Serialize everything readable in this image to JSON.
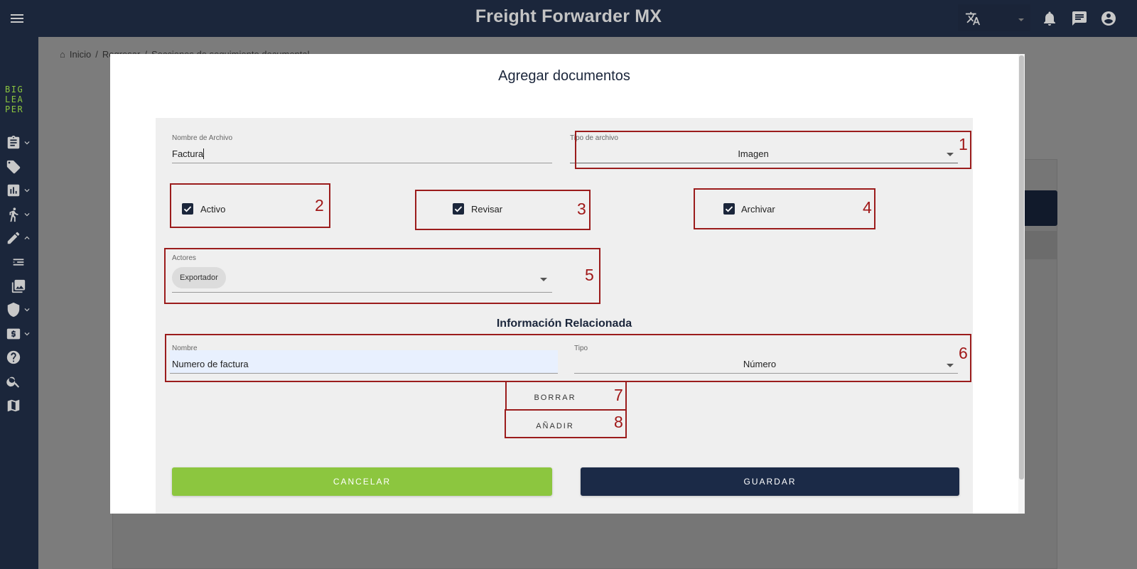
{
  "app": {
    "title": "Freight Forwarder MX",
    "logo_text": "BIG LEA PER"
  },
  "breadcrumb": {
    "home": "Inicio",
    "back": "Regresar",
    "current": "Secciones de seguimiento documental"
  },
  "colors": {
    "navy": "#1b263b",
    "green": "#8cc63f",
    "annotation": "#9b1c1c"
  },
  "icons": [
    "menu-icon",
    "translate-icon",
    "bell-icon",
    "chat-icon",
    "account-icon",
    "clipboard-icon",
    "tag-icon",
    "chart-icon",
    "walking-icon",
    "settings-pen-icon",
    "list-icon",
    "gallery-icon",
    "shield-icon",
    "money-icon",
    "help-icon",
    "search-icon",
    "map-icon"
  ],
  "modal": {
    "title": "Agregar documentos",
    "file_name": {
      "label": "Nombre de Archivo",
      "value": "Factura"
    },
    "file_type": {
      "label": "Tipo de archivo",
      "value": "Imagen"
    },
    "checkboxes": [
      {
        "label": "Activo",
        "checked": true
      },
      {
        "label": "Revisar",
        "checked": true
      },
      {
        "label": "Archivar",
        "checked": true
      }
    ],
    "actors": {
      "label": "Actores",
      "chips": [
        "Exportador"
      ]
    },
    "related_title": "Información Relacionada",
    "related": {
      "name_label": "Nombre",
      "name_value": "Numero de factura",
      "type_label": "Tipo",
      "type_value": "Número"
    },
    "delete_label": "BORRAR",
    "add_label": "AÑADIR",
    "cancel_label": "CANCELAR",
    "save_label": "GUARDAR"
  },
  "annotations": [
    "1",
    "2",
    "3",
    "4",
    "5",
    "6",
    "7",
    "8"
  ]
}
